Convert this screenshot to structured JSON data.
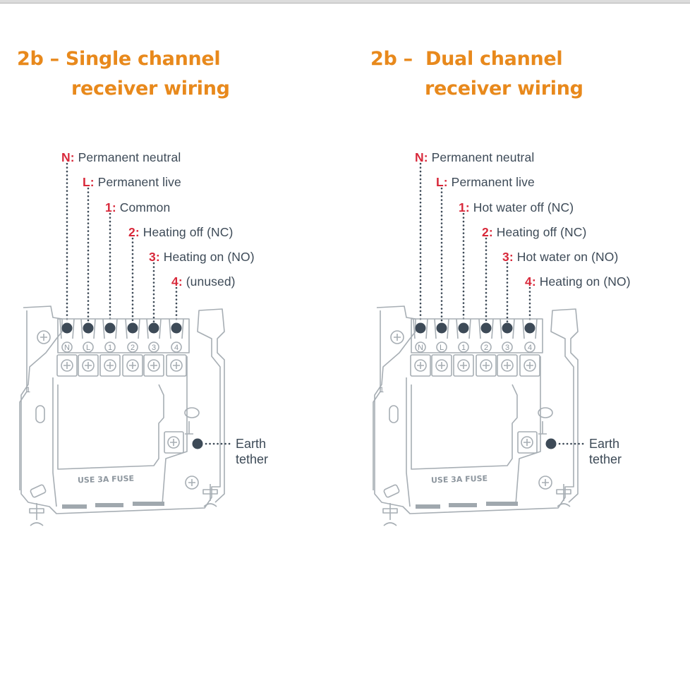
{
  "colors": {
    "title": "#e8891c",
    "terminal_key": "#d8283a",
    "text": "#3d4a57",
    "plate_outline": "#a7aeb4",
    "connector_dot": "#3d4a57"
  },
  "panels": [
    {
      "title_line1": "2b – Single channel",
      "title_line2": "receiver wiring",
      "terminals": [
        {
          "key": "N:",
          "desc": " Permanent neutral",
          "mark": "N"
        },
        {
          "key": "L:",
          "desc": " Permanent live",
          "mark": "L"
        },
        {
          "key": "1:",
          "desc": " Common",
          "mark": "1"
        },
        {
          "key": "2:",
          "desc": " Heating off (NC)",
          "mark": "2"
        },
        {
          "key": "3:",
          "desc": " Heating on (NO)",
          "mark": "3"
        },
        {
          "key": "4:",
          "desc": " (unused)",
          "mark": "4"
        }
      ],
      "earth_line1": "Earth",
      "earth_line2": "tether",
      "plate_number": "1",
      "fuse_text": "USE  3A  FUSE"
    },
    {
      "title_line1": "2b –  Dual channel",
      "title_line2": "receiver wiring",
      "terminals": [
        {
          "key": "N:",
          "desc": " Permanent neutral",
          "mark": "N"
        },
        {
          "key": "L:",
          "desc": " Permanent live",
          "mark": "L"
        },
        {
          "key": "1:",
          "desc": " Hot water off (NC)",
          "mark": "1"
        },
        {
          "key": "2:",
          "desc": " Heating off (NC)",
          "mark": "2"
        },
        {
          "key": "3:",
          "desc": " Hot water on (NO)",
          "mark": "3"
        },
        {
          "key": "4:",
          "desc": " Heating on (NO)",
          "mark": "4"
        }
      ],
      "earth_line1": "Earth",
      "earth_line2": "tether",
      "plate_number": "1",
      "fuse_text": "USE  3A  FUSE"
    }
  ]
}
